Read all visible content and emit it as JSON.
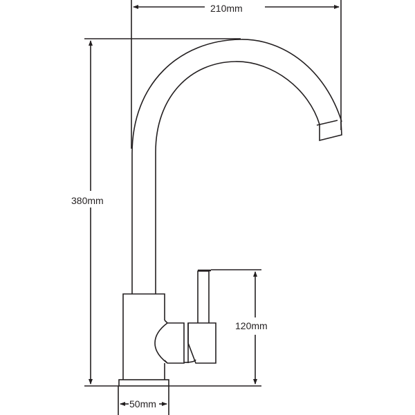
{
  "diagram": {
    "subject": "Kitchen mixer tap (swan-neck spout) technical drawing",
    "line_color": "#231f20",
    "background_color": "#ffffff",
    "dimensions": {
      "spout_reach": "210mm",
      "overall_height": "380mm",
      "lever_height": "120mm",
      "base_width": "50mm"
    },
    "parts": [
      "base-plate",
      "tap-body",
      "swan-neck-spout",
      "spout-outlet",
      "lever-handle",
      "valve-cartridge"
    ]
  }
}
